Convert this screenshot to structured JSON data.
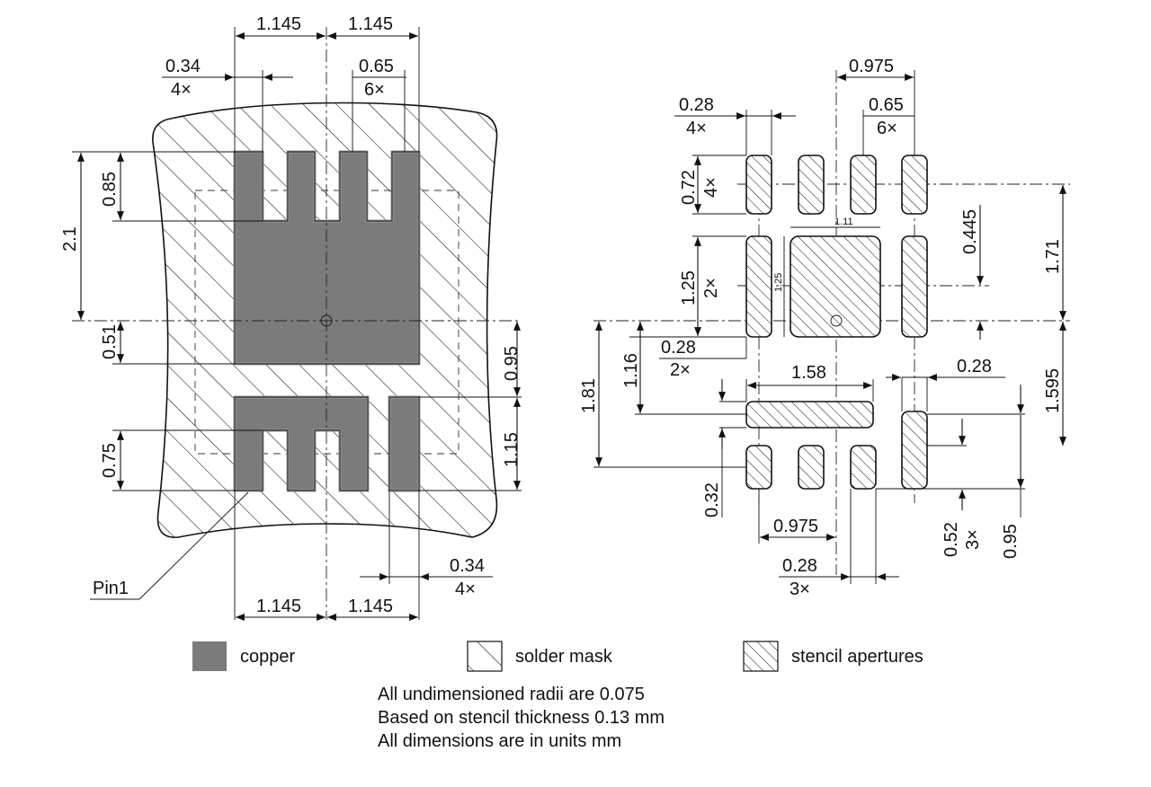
{
  "left_footprint": {
    "dims": {
      "top_left_pitch": "1.145",
      "top_right_pitch": "1.145",
      "finger_width": "0.34",
      "finger_width_count": "4×",
      "finger_pitch": "0.65",
      "finger_pitch_count": "6×",
      "slot_depth": "0.85",
      "upper_height": "2.1",
      "center_gap": "0.51",
      "center_to_lower": "0.95",
      "lower_slot": "0.75",
      "lower_height": "1.15",
      "right_pad_width": "0.34",
      "right_pad_count": "4×",
      "bottom_left_pitch": "1.145",
      "bottom_right_pitch": "1.145"
    },
    "pin_label": "Pin1"
  },
  "right_stencil": {
    "dims": {
      "col_pitch": "0.975",
      "pad_width": "0.28",
      "pad_width_count": "4×",
      "pad_pitch": "0.65",
      "pad_pitch_count": "6×",
      "pad_height": "0.72",
      "pad_height_count": "4×",
      "center_width_small": "1.11",
      "center_height_small": "1.25",
      "side_pad_height": "1.25",
      "side_pad_count": "2×",
      "offset_0445": "0.445",
      "upper_span": "1.71",
      "side_pad_width": "0.28",
      "side_pad_width_count": "2×",
      "bar_length": "1.58",
      "bar_offset": "1.16",
      "lower_span": "1.81",
      "right_pad_width": "0.28",
      "right_span": "1.595",
      "bar_height": "0.32",
      "bottom_pitch": "0.975",
      "bottom_pad_width": "0.28",
      "bottom_pad_count": "3×",
      "bottom_pad_height": "0.52",
      "bottom_pad_height_count": "3×",
      "bottom_span": "0.95"
    }
  },
  "legend": {
    "copper": "copper",
    "solder_mask": "solder mask",
    "stencil": "stencil apertures"
  },
  "notes": {
    "line1": "All undimensioned radii are 0.075",
    "line2": "Based on stencil thickness 0.13 mm",
    "line3": "All dimensions are in units mm"
  },
  "colors": {
    "copper": "#7b7b7b",
    "lines": "#111111"
  }
}
